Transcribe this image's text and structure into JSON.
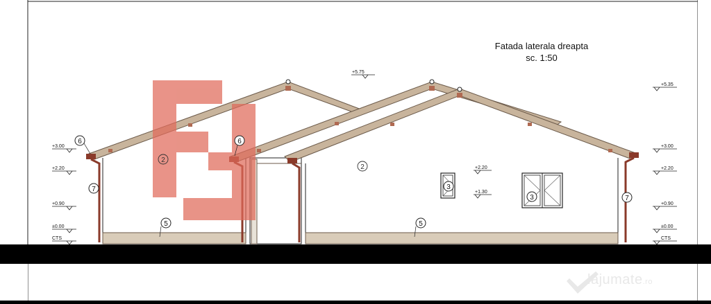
{
  "drawing": {
    "title": "Fatada laterala dreapta",
    "scale": "sc. 1:50",
    "elev_left": [
      "+3.00",
      "+2.20",
      "+0.90",
      "±0.00",
      "CTS"
    ],
    "elev_right": [
      "+5.35",
      "+3.00",
      "+2.20",
      "+0.90",
      "±0.00",
      "CTS"
    ],
    "elev_top": "+5.75",
    "elev_window": [
      "+2.20",
      "+1.30"
    ],
    "markers": {
      "gutter": "6",
      "wall": "2",
      "window": "3",
      "plinth": "5",
      "downpipe": "7"
    }
  },
  "watermark": {
    "logo": "FJ",
    "site": "lajumate",
    "tld": ".ro"
  },
  "colors": {
    "paper": "#ffffff",
    "roof": "#c8b49c",
    "roof_edge": "#6b5a4a",
    "gutter": "#8a3a2a",
    "plinth": "#d9ccb9",
    "ground": "#000000",
    "watermark_logo": "#e06a5a"
  }
}
